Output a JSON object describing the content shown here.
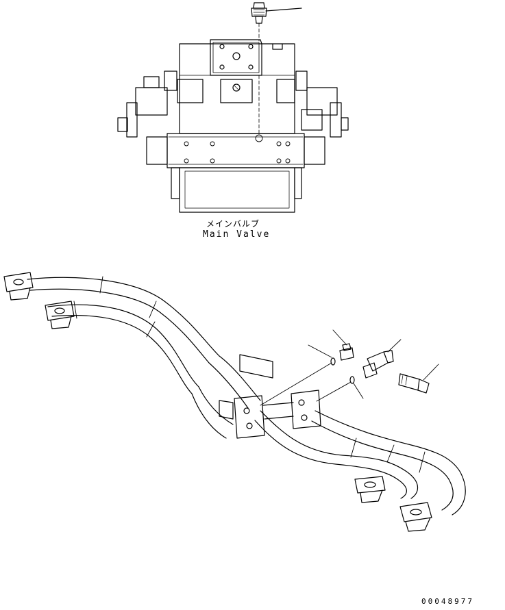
{
  "drawing": {
    "main_valve_label_jp": "メインバルブ",
    "main_valve_label_en": "Main Valve",
    "document_number": "00048977"
  },
  "colors": {
    "line": "#000000",
    "background": "#ffffff"
  },
  "icons": [
    "main-valve-assembly",
    "hydraulic-tube-assembly",
    "plug-fitting",
    "elbow-fitting",
    "pressure-sensor",
    "o-ring"
  ]
}
